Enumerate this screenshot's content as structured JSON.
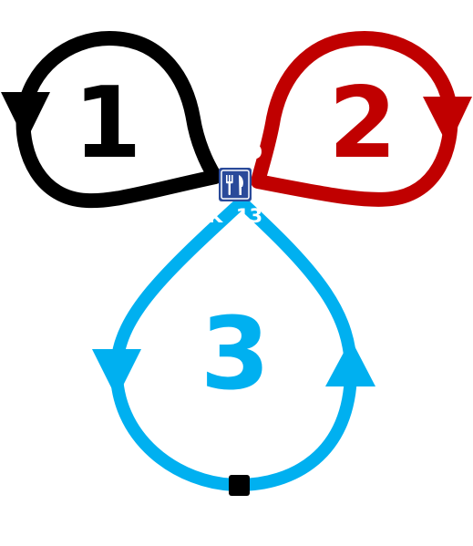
{
  "colors": {
    "loop_1": "#00b0f0",
    "loop_2": "#c00000",
    "loop_3": "#000000",
    "hub_sign": "#2a4a9a",
    "label_text": "#ffffff",
    "start_marker": "#000000"
  },
  "loops": [
    {
      "number": "1",
      "direction": "counterclockwise"
    },
    {
      "number": "2",
      "direction": "clockwise"
    },
    {
      "number": "3",
      "direction": "counterclockwise"
    }
  ],
  "hub": {
    "icon": "fork-knife-icon",
    "label_top": "R   O",
    "label_bottom": "K  13"
  },
  "start": {
    "icon": "square-marker-icon"
  }
}
